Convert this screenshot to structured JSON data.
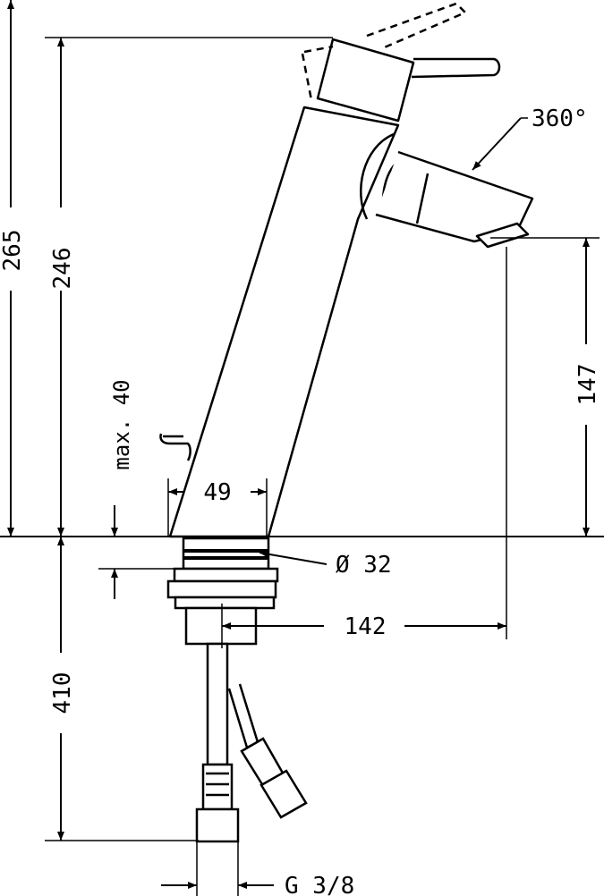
{
  "dimensions": {
    "overall_height": "265",
    "spout_height_top": "246",
    "handle_clearance": "max. 40",
    "body_width": "49",
    "rotation": "360°",
    "outlet_height": "147",
    "tap_hole_diameter": "Ø 32",
    "projection": "142",
    "hose_length": "410",
    "connection_thread": "G 3/8"
  }
}
